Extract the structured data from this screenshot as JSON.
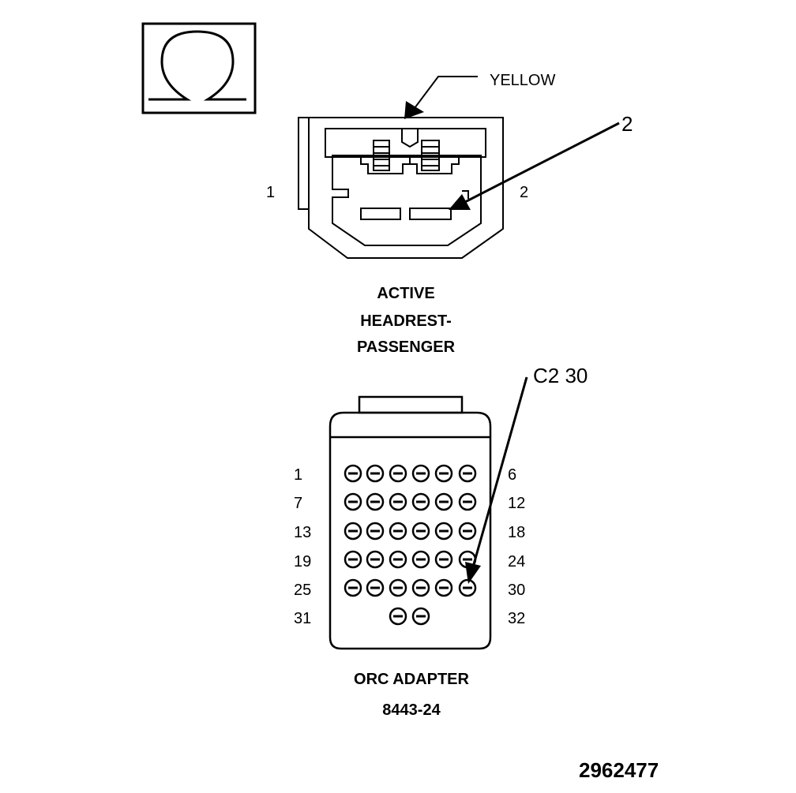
{
  "ohm_symbol": "ohm-icon",
  "headrest_connector": {
    "color_label": "YELLOW",
    "pin_left": "1",
    "pin_right": "2",
    "callout": "2",
    "title_lines": [
      "ACTIVE",
      "HEADREST-",
      "PASSENGER"
    ]
  },
  "orc_adapter": {
    "callout": "C2 30",
    "row_labels_left": [
      "1",
      "7",
      "13",
      "19",
      "25",
      "31"
    ],
    "row_labels_right": [
      "6",
      "12",
      "18",
      "24",
      "30",
      "32"
    ],
    "title": "ORC ADAPTER",
    "part_number": "8443-24"
  },
  "figure_id": "2962477"
}
